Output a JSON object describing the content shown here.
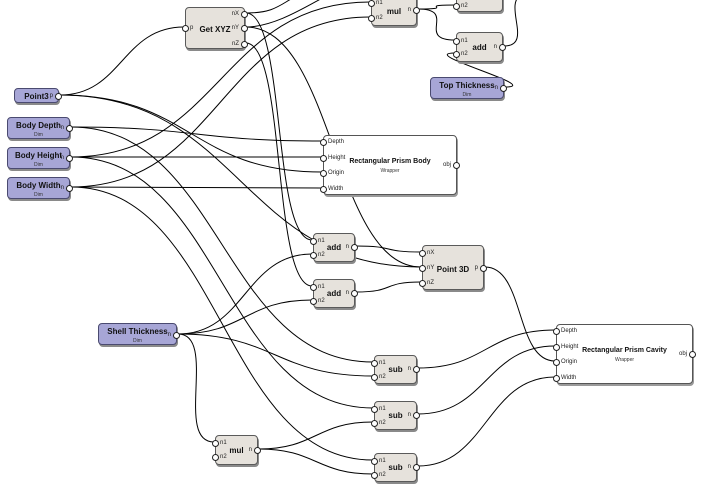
{
  "nodes": {
    "get_xyz": {
      "title": "Get XYZ",
      "in": [
        "p"
      ],
      "out": [
        "nX",
        "nY",
        "nZ"
      ]
    },
    "mul_top": {
      "title": "mul",
      "in": [
        "n1",
        "n2"
      ],
      "out": [
        "n"
      ]
    },
    "top_right_op": {
      "title": "",
      "in": [
        "n2"
      ],
      "out": []
    },
    "add_top": {
      "title": "add",
      "in": [
        "n1",
        "n2"
      ],
      "out": [
        "n"
      ]
    },
    "top_thickness": {
      "title": "Top Thickness",
      "sub": "Dim",
      "out": [
        "n"
      ]
    },
    "point3": {
      "title": "Point3",
      "out": [
        "p"
      ]
    },
    "body_depth": {
      "title": "Body Depth",
      "sub": "Dim",
      "out": [
        "n"
      ]
    },
    "body_height": {
      "title": "Body Height",
      "sub": "Dim",
      "out": [
        "n"
      ]
    },
    "body_width": {
      "title": "Body Width",
      "sub": "Dim",
      "out": [
        "n"
      ]
    },
    "prism_body": {
      "title": "Rectangular Prism Body",
      "sub": "Wrapper",
      "in": [
        "Depth",
        "Height",
        "Origin",
        "Width"
      ],
      "out": [
        "obj"
      ]
    },
    "add1": {
      "title": "add",
      "in": [
        "n1",
        "n2"
      ],
      "out": [
        "n"
      ]
    },
    "add2": {
      "title": "add",
      "in": [
        "n1",
        "n2"
      ],
      "out": [
        "n"
      ]
    },
    "point3d": {
      "title": "Point 3D",
      "in": [
        "nX",
        "nY",
        "nZ"
      ],
      "out": [
        "p"
      ]
    },
    "shell": {
      "title": "Shell Thickness",
      "sub": "Dim",
      "out": [
        "n"
      ]
    },
    "prism_cavity": {
      "title": "Rectangular Prism Cavity",
      "sub": "Wrapper",
      "in": [
        "Depth",
        "Height",
        "Origin",
        "Width"
      ],
      "out": [
        "obj"
      ]
    },
    "sub1": {
      "title": "sub",
      "in": [
        "n1",
        "n2"
      ],
      "out": [
        "n"
      ]
    },
    "sub2": {
      "title": "sub",
      "in": [
        "n1",
        "n2"
      ],
      "out": [
        "n"
      ]
    },
    "sub3": {
      "title": "sub",
      "in": [
        "n1",
        "n2"
      ],
      "out": [
        "n"
      ]
    },
    "mul_bottom": {
      "title": "mul",
      "in": [
        "n1",
        "n2"
      ],
      "out": [
        "n"
      ]
    }
  },
  "colors": {
    "param_fill": "#a7a6d6",
    "op_fill": "#e6e2dc",
    "wire": "#000000"
  }
}
